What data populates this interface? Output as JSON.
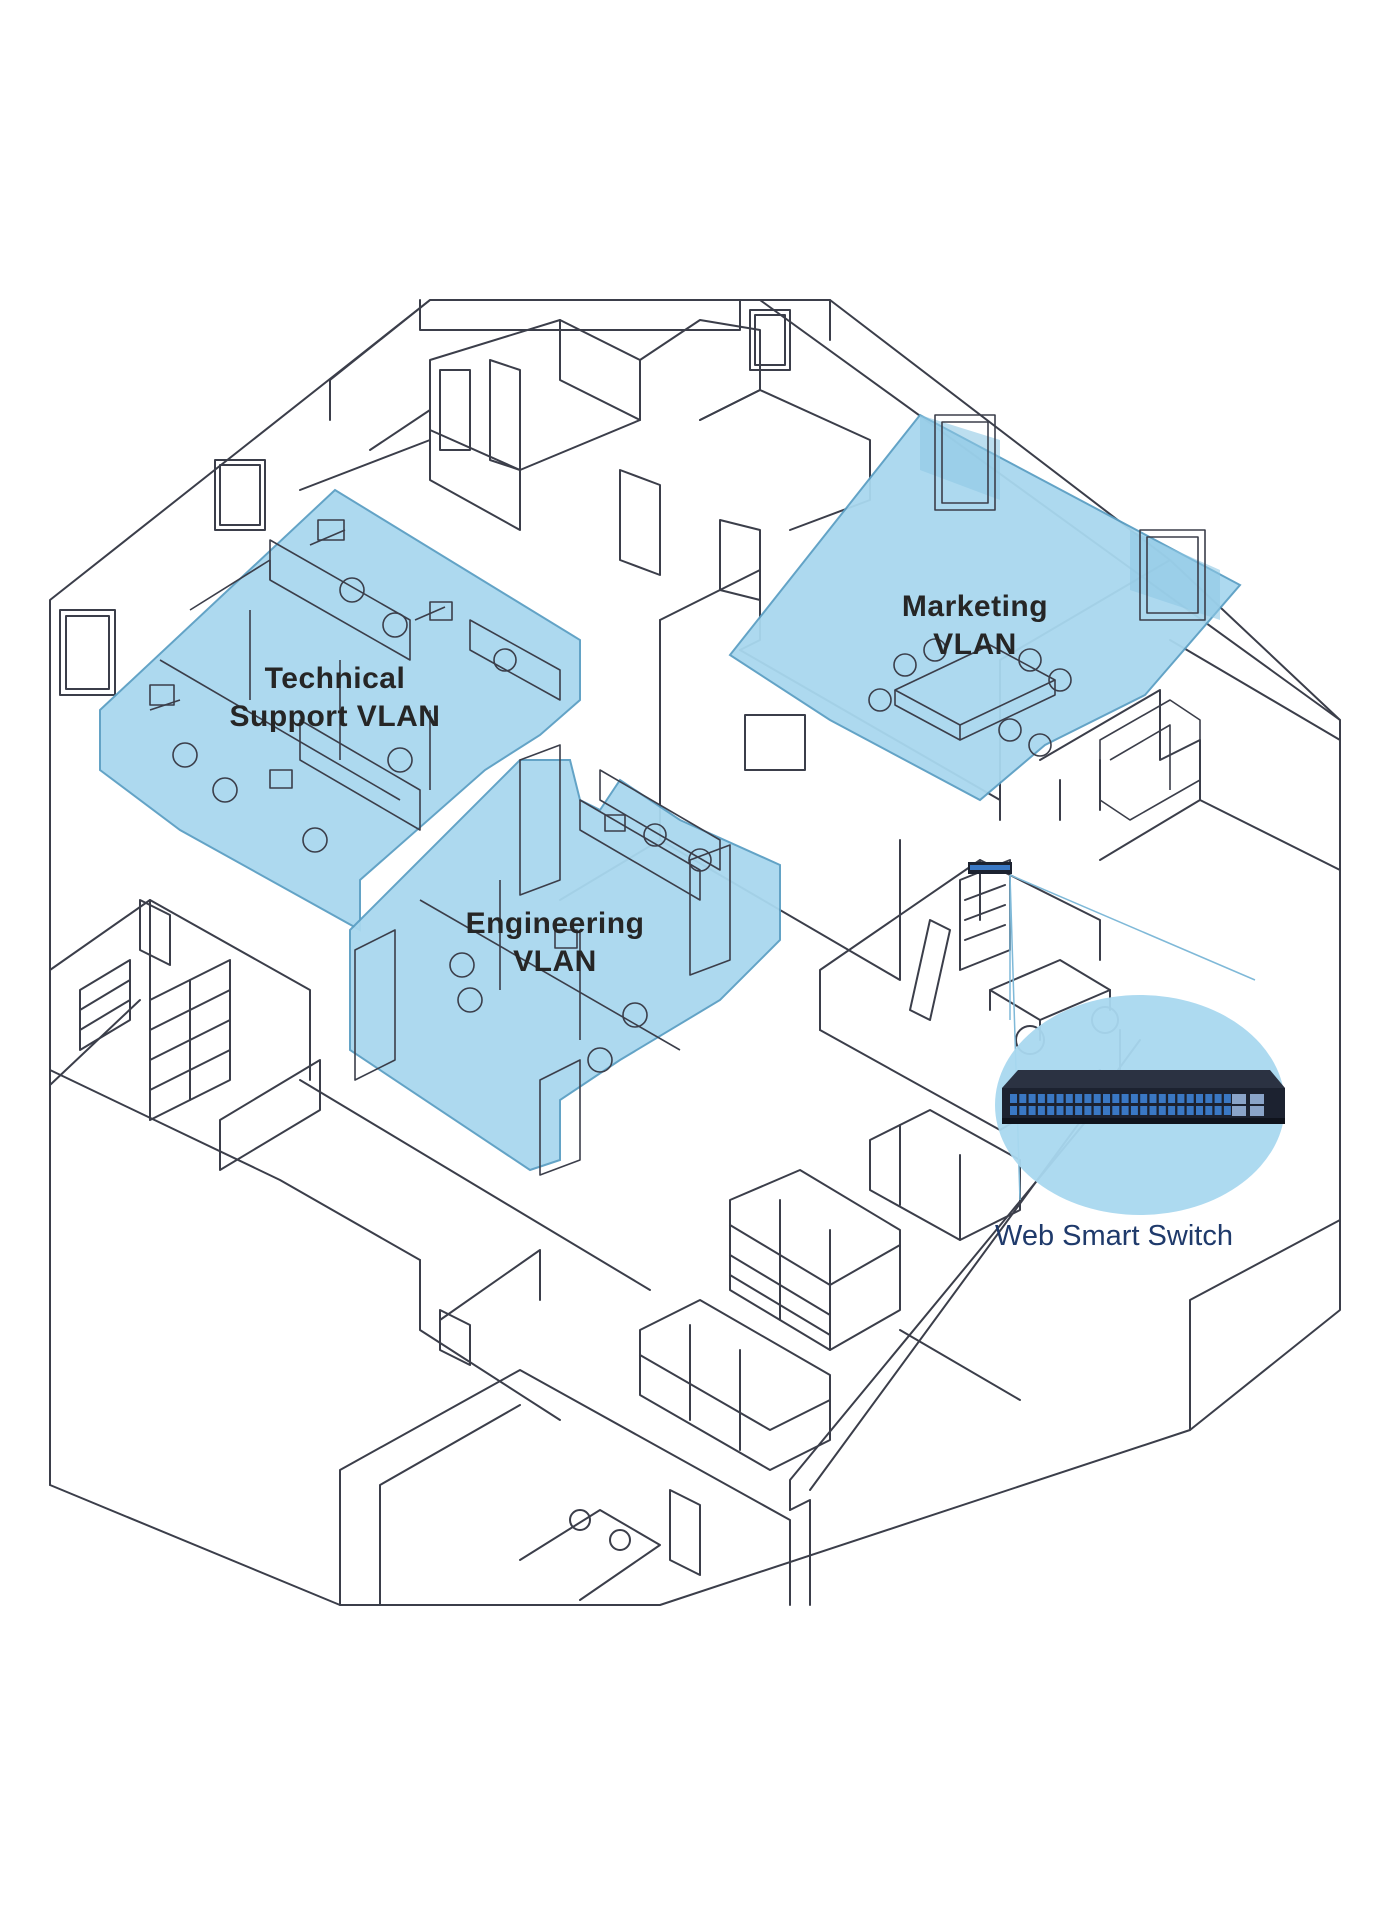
{
  "zones": {
    "technical_support": {
      "line1": "Technical",
      "line2": "Support VLAN"
    },
    "marketing": {
      "line1": "Marketing",
      "line2": "VLAN"
    },
    "engineering": {
      "line1": "Engineering",
      "line2": "VLAN"
    }
  },
  "callout": {
    "label": "Web Smart Switch"
  },
  "colors": {
    "vlan_fill": "#a9d8ef",
    "vlan_stroke": "#5b9fc4",
    "line": "#3b3e4a",
    "switch_body": "#1c2230",
    "switch_ports": "#3a78c4",
    "label_text": "#262626",
    "callout_text": "#1f3a6b"
  },
  "icons": [
    "network-switch-icon",
    "desk-chair-icon",
    "computer-monitor-icon",
    "window-icon",
    "door-icon",
    "shelf-icon"
  ]
}
